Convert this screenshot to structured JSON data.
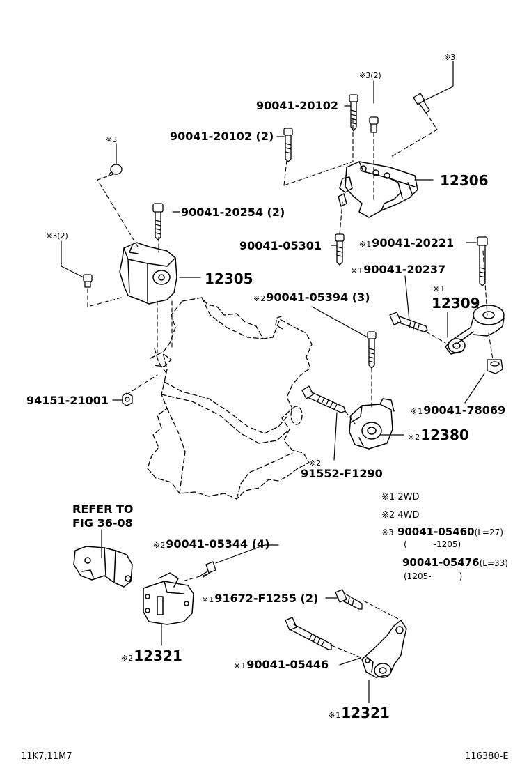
{
  "mark": "※",
  "callouts": [
    {
      "id": "m3-top-right",
      "mark": "※3",
      "num": "",
      "text": ""
    },
    {
      "id": "m3-2-top",
      "mark": "※3(2)",
      "num": "",
      "text": ""
    },
    {
      "id": "p-90041-20102",
      "mark": "",
      "num": "",
      "text": "90041-20102"
    },
    {
      "id": "p-90041-20102-2",
      "mark": "",
      "num": "",
      "text": "90041-20102 (2)"
    },
    {
      "id": "m3-left",
      "mark": "※3",
      "num": "",
      "text": ""
    },
    {
      "id": "p-12306",
      "mark": "",
      "num": "",
      "text": "12306"
    },
    {
      "id": "p-90041-20254",
      "mark": "",
      "num": "",
      "text": "90041-20254 (2)"
    },
    {
      "id": "m3-2-left",
      "mark": "※3(2)",
      "num": "",
      "text": ""
    },
    {
      "id": "p-90041-05301",
      "mark": "",
      "num": "",
      "text": "90041-05301"
    },
    {
      "id": "p-90041-20221",
      "mark": "※",
      "num": "1",
      "text": "90041-20221"
    },
    {
      "id": "p-90041-20237",
      "mark": "※",
      "num": "1",
      "text": "90041-20237"
    },
    {
      "id": "p-12305",
      "mark": "",
      "num": "",
      "text": "12305"
    },
    {
      "id": "p-12309-mark",
      "mark": "※",
      "num": "1",
      "text": ""
    },
    {
      "id": "p-12309",
      "mark": "",
      "num": "",
      "text": "12309"
    },
    {
      "id": "p-90041-05394",
      "mark": "※",
      "num": "2",
      "text": "90041-05394 (3)"
    },
    {
      "id": "p-94151-21001",
      "mark": "",
      "num": "",
      "text": "94151-21001"
    },
    {
      "id": "p-90041-78069",
      "mark": "※",
      "num": "1",
      "text": "90041-78069"
    },
    {
      "id": "p-12380",
      "mark": "※",
      "num": "2",
      "text": "12380"
    },
    {
      "id": "p-91552-mark",
      "mark": "※",
      "num": "2",
      "text": ""
    },
    {
      "id": "p-91552-F1290",
      "mark": "",
      "num": "",
      "text": "91552-F1290"
    },
    {
      "id": "refer-1",
      "mark": "",
      "num": "",
      "text": "REFER TO"
    },
    {
      "id": "refer-2",
      "mark": "",
      "num": "",
      "text": "FIG 36-08"
    },
    {
      "id": "p-90041-05344",
      "mark": "※",
      "num": "2",
      "text": "90041-05344 (4)"
    },
    {
      "id": "p-91672-F1255",
      "mark": "※",
      "num": "1",
      "text": "91672-F1255 (2)"
    },
    {
      "id": "p-12321-left",
      "mark": "※",
      "num": "2",
      "text": "12321"
    },
    {
      "id": "p-90041-05446",
      "mark": "※",
      "num": "1",
      "text": "90041-05446"
    },
    {
      "id": "p-12321-right",
      "mark": "※",
      "num": "1",
      "text": "12321"
    }
  ],
  "legend": {
    "n1": {
      "mark": "※1",
      "text": "2WD"
    },
    "n2": {
      "mark": "※2",
      "text": "4WD"
    },
    "n3": {
      "mark": "※3",
      "part1": "90041-05460",
      "len1": "(L=27)",
      "range1_open": "(",
      "range1": "-1205)",
      "part2": "90041-05476",
      "len2": "(L=33)",
      "range2": "(1205-",
      "range2_close": ")"
    }
  },
  "footer": {
    "left": "11K7,11M7",
    "right": "116380-E"
  }
}
